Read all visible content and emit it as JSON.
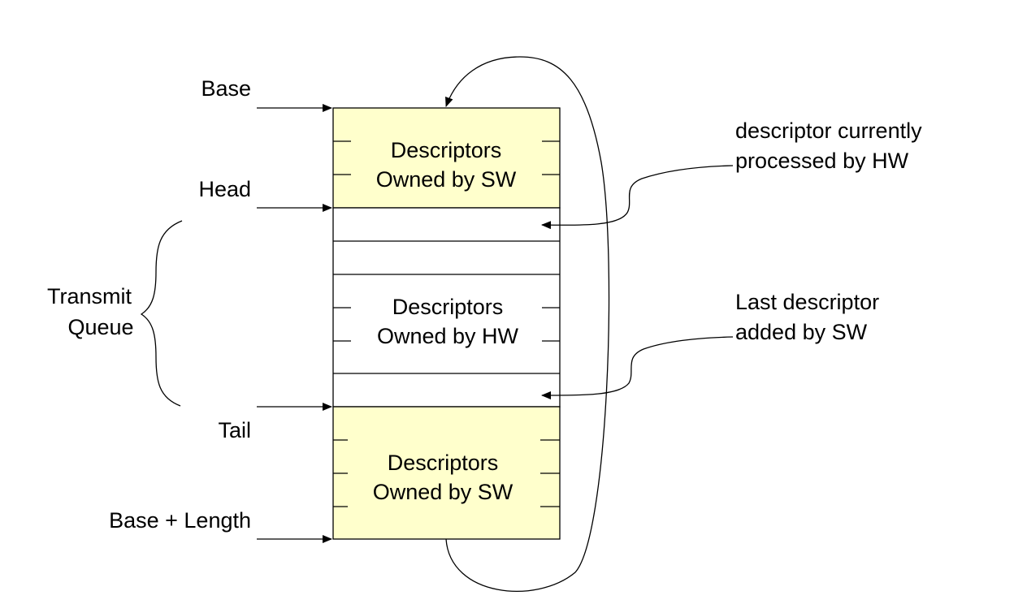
{
  "labels": {
    "base": "Base",
    "head": "Head",
    "tail": "Tail",
    "base_length": "Base + Length",
    "transmit_queue_line1": "Transmit",
    "transmit_queue_line2": "Queue"
  },
  "blocks": {
    "top_sw": {
      "line1": "Descriptors",
      "line2": "Owned by SW"
    },
    "hw": {
      "line1": "Descriptors",
      "line2": "Owned by HW"
    },
    "bottom_sw": {
      "line1": "Descriptors",
      "line2": "Owned by SW"
    }
  },
  "callouts": {
    "current": {
      "line1": "descriptor currently",
      "line2": "processed by HW"
    },
    "last": {
      "line1": "Last descriptor",
      "line2": "added by SW"
    }
  },
  "colors": {
    "sw_fill": "#ffffcc",
    "hw_fill": "#ffffff",
    "stroke": "#000000"
  }
}
